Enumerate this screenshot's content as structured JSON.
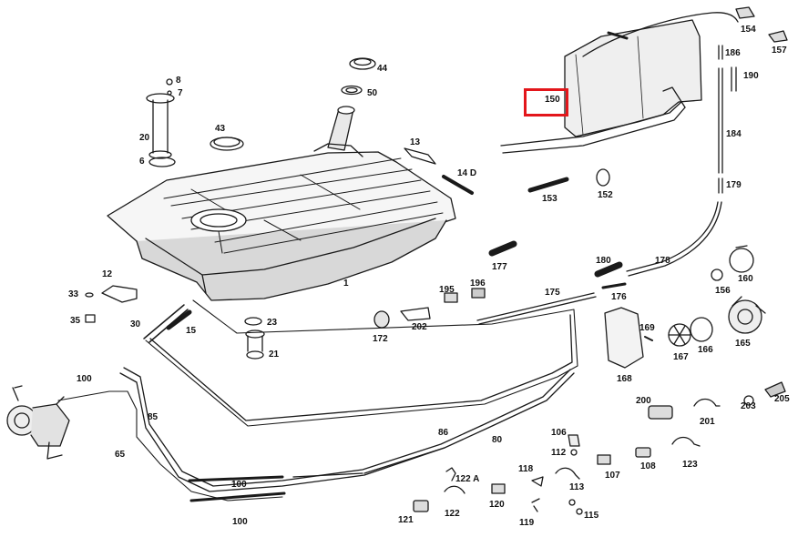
{
  "highlight": {
    "label": "150",
    "color": "#e3161b"
  },
  "line_color": "#1a1a1a",
  "callouts": {
    "c8": "8",
    "c7": "7",
    "c20": "20",
    "c6": "6",
    "c43": "43",
    "c44": "44",
    "c50": "50",
    "c13": "13",
    "c14d": "14 D",
    "c150": "150",
    "c154": "154",
    "c157": "157",
    "c186": "186",
    "c190": "190",
    "c184": "184",
    "c179": "179",
    "c153": "153",
    "c152": "152",
    "c177": "177",
    "c180": "180",
    "c178": "178",
    "c160": "160",
    "c156": "156",
    "c176": "176",
    "c175": "175",
    "c12": "12",
    "c33": "33",
    "c35": "35",
    "c1": "1",
    "c195": "195",
    "c196": "196",
    "c172": "172",
    "c202": "202",
    "c169": "169",
    "c30": "30",
    "c15": "15",
    "c23": "23",
    "c21": "21",
    "c167": "167",
    "c166": "166",
    "c165": "165",
    "c168": "168",
    "c100a": "100",
    "c85": "85",
    "c200": "200",
    "c201": "201",
    "c203": "203",
    "c205": "205",
    "c86": "86",
    "c80": "80",
    "c106": "106",
    "c112": "112",
    "c107": "107",
    "c108": "108",
    "c123": "123",
    "c65": "65",
    "c118": "118",
    "c122a": "122 A",
    "c100b": "100",
    "c113": "113",
    "c122": "122",
    "c120": "120",
    "c115": "115",
    "c100c": "100",
    "c121": "121",
    "c119": "119"
  }
}
